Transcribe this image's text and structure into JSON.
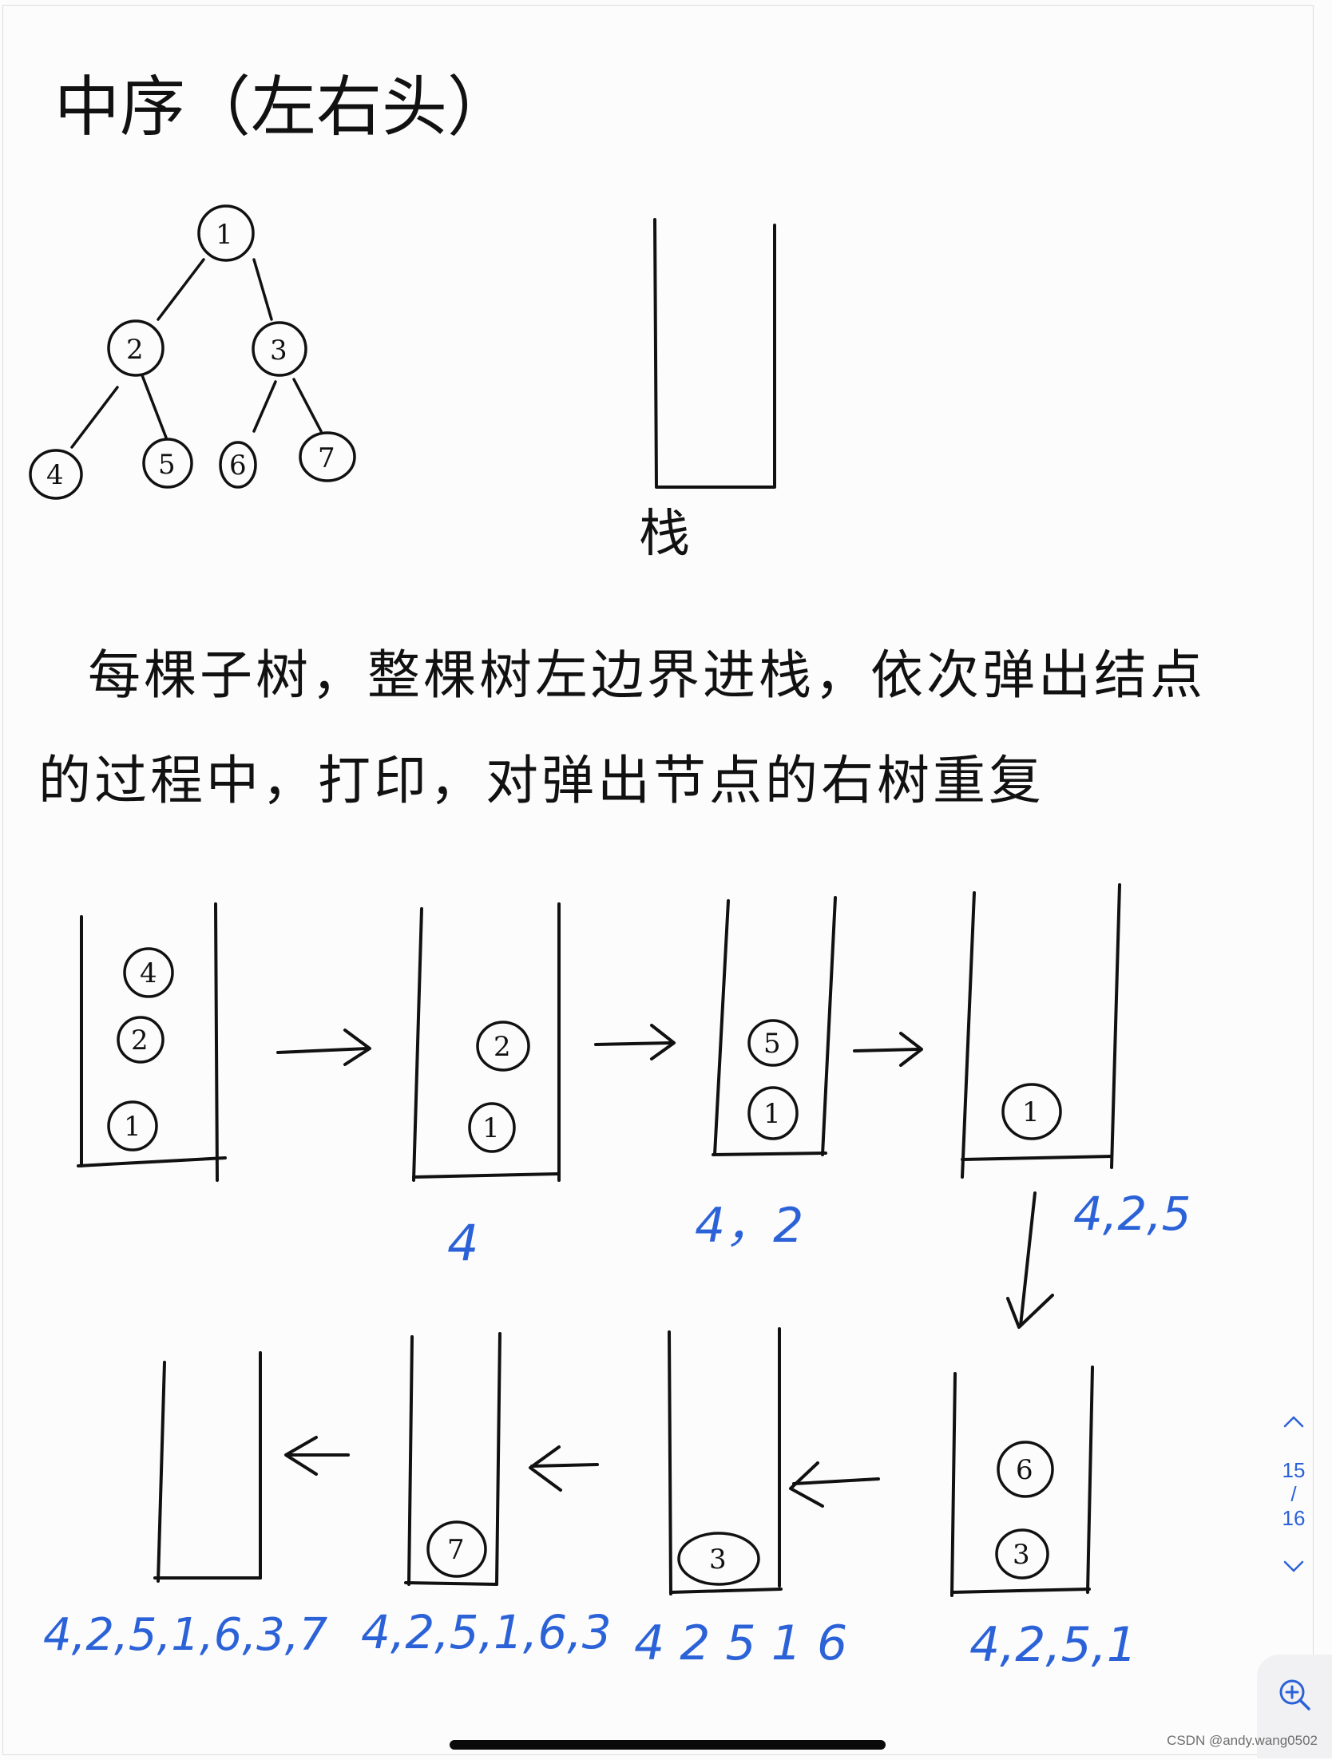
{
  "note": {
    "title": "中序（左右头）",
    "stack_label": "栈",
    "description_line1": "每棵子树，整棵树左边界进栈，依次弹出结点",
    "description_line2": "的过程中，打印，对弹出节点的右树重复",
    "tree": {
      "nodes": [
        "1",
        "2",
        "3",
        "4",
        "5",
        "6",
        "7"
      ]
    },
    "steps_row1": [
      {
        "stack": [
          "4",
          "2",
          "1"
        ],
        "output": ""
      },
      {
        "stack": [
          "2",
          "1"
        ],
        "output": "4"
      },
      {
        "stack": [
          "5",
          "1"
        ],
        "output": "4，2"
      },
      {
        "stack": [
          "1"
        ],
        "output": "4,2,5"
      }
    ],
    "steps_row2": [
      {
        "stack": [
          "6",
          "3"
        ],
        "output": "4,2,5,1"
      },
      {
        "stack": [
          "3"
        ],
        "output": "4 2 5 1 6"
      },
      {
        "stack": [
          "7"
        ],
        "output": "4,2,5,1,6,3"
      },
      {
        "stack": [],
        "output": "4,2,5,1,6,3,7"
      }
    ]
  },
  "pager": {
    "current": "15",
    "separator": "/",
    "total": "16",
    "up_icon": "chevron-up-icon",
    "down_icon": "chevron-down-icon"
  },
  "zoom": {
    "icon": "zoom-in-icon"
  },
  "watermark": "CSDN @andy.wang0502",
  "colors": {
    "ink": "#111111",
    "blue_ink": "#2c62d8",
    "accent": "#2c62d8"
  }
}
